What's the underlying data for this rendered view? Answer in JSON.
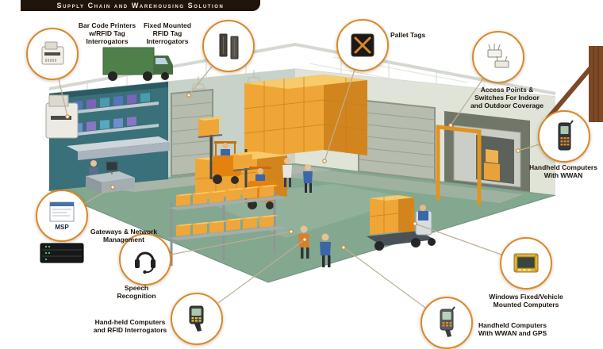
{
  "header": {
    "title": "Supply Chain and Warehousing Solution"
  },
  "callouts": [
    {
      "label": "Bar Code Printers w/RFID Tag Interrogators",
      "icon": "barcode-printer-icon"
    },
    {
      "label": "Fixed Mounted RFID Tag Interrogators",
      "icon": "rfid-interrogator-icon"
    },
    {
      "label": "Pallet Tags",
      "icon": "pallet-tag-icon"
    },
    {
      "label": "Access Points & Switches For Indoor and Outdoor Coverage",
      "icon": "access-point-icon"
    },
    {
      "label": "Handheld Computers With WWAN",
      "icon": "handheld-wwan-icon"
    },
    {
      "label": "Gateways & Network Management",
      "icon": "msp-console-icon",
      "screen_text": "MSP"
    },
    {
      "label": "Speech Recognition",
      "icon": "headset-icon"
    },
    {
      "label": "Hand-held Computers and RFID Interrogators",
      "icon": "handheld-rfid-icon"
    },
    {
      "label": "Handheld Computers With WWAN and GPS",
      "icon": "handheld-gps-icon"
    },
    {
      "label": "Windows Fixed/Vehicle Mounted Computers",
      "icon": "vehicle-mounted-computer-icon"
    }
  ],
  "colors": {
    "accent_orange": "#DD8828",
    "header_bg": "#20150D",
    "header_text": "#F2E8D2",
    "floor_green": "#83A78F",
    "box_yellow": "#F0A637",
    "wall_teal": "#39707A"
  }
}
